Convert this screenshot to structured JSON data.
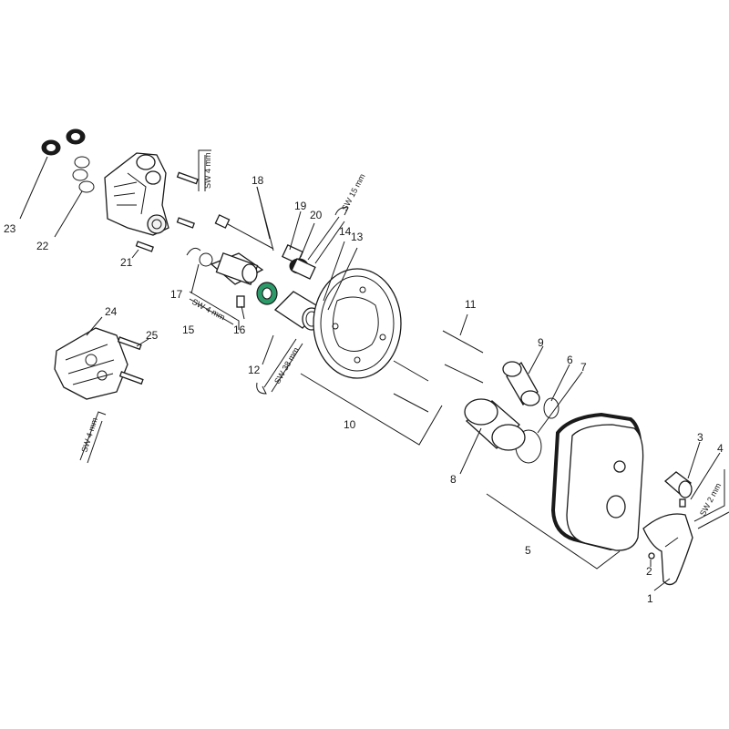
{
  "callouts": {
    "c1": "1",
    "c2": "2",
    "c3": "3",
    "c4": "4",
    "c5": "5",
    "c6": "6",
    "c7": "7",
    "c8": "8",
    "c9": "9",
    "c10": "10",
    "c11": "11",
    "c12": "12",
    "c13": "13",
    "c14": "14",
    "c15": "15",
    "c16": "16",
    "c17": "17",
    "c18": "18",
    "c19": "19",
    "c20": "20",
    "c21": "21",
    "c22": "22",
    "c23": "23",
    "c24": "24",
    "c25": "25"
  },
  "tools": {
    "sw4_top": "SW 4 mm",
    "sw15": "SW 15 mm",
    "sw4_mid": "SW 4 mm",
    "sw38": "SW 38 mm",
    "sw4_left": "SW 4 mm",
    "sw2": "SW 2 mm"
  },
  "colors": {
    "accent_green": "#2d9a6a",
    "line": "#1a1a1a"
  }
}
